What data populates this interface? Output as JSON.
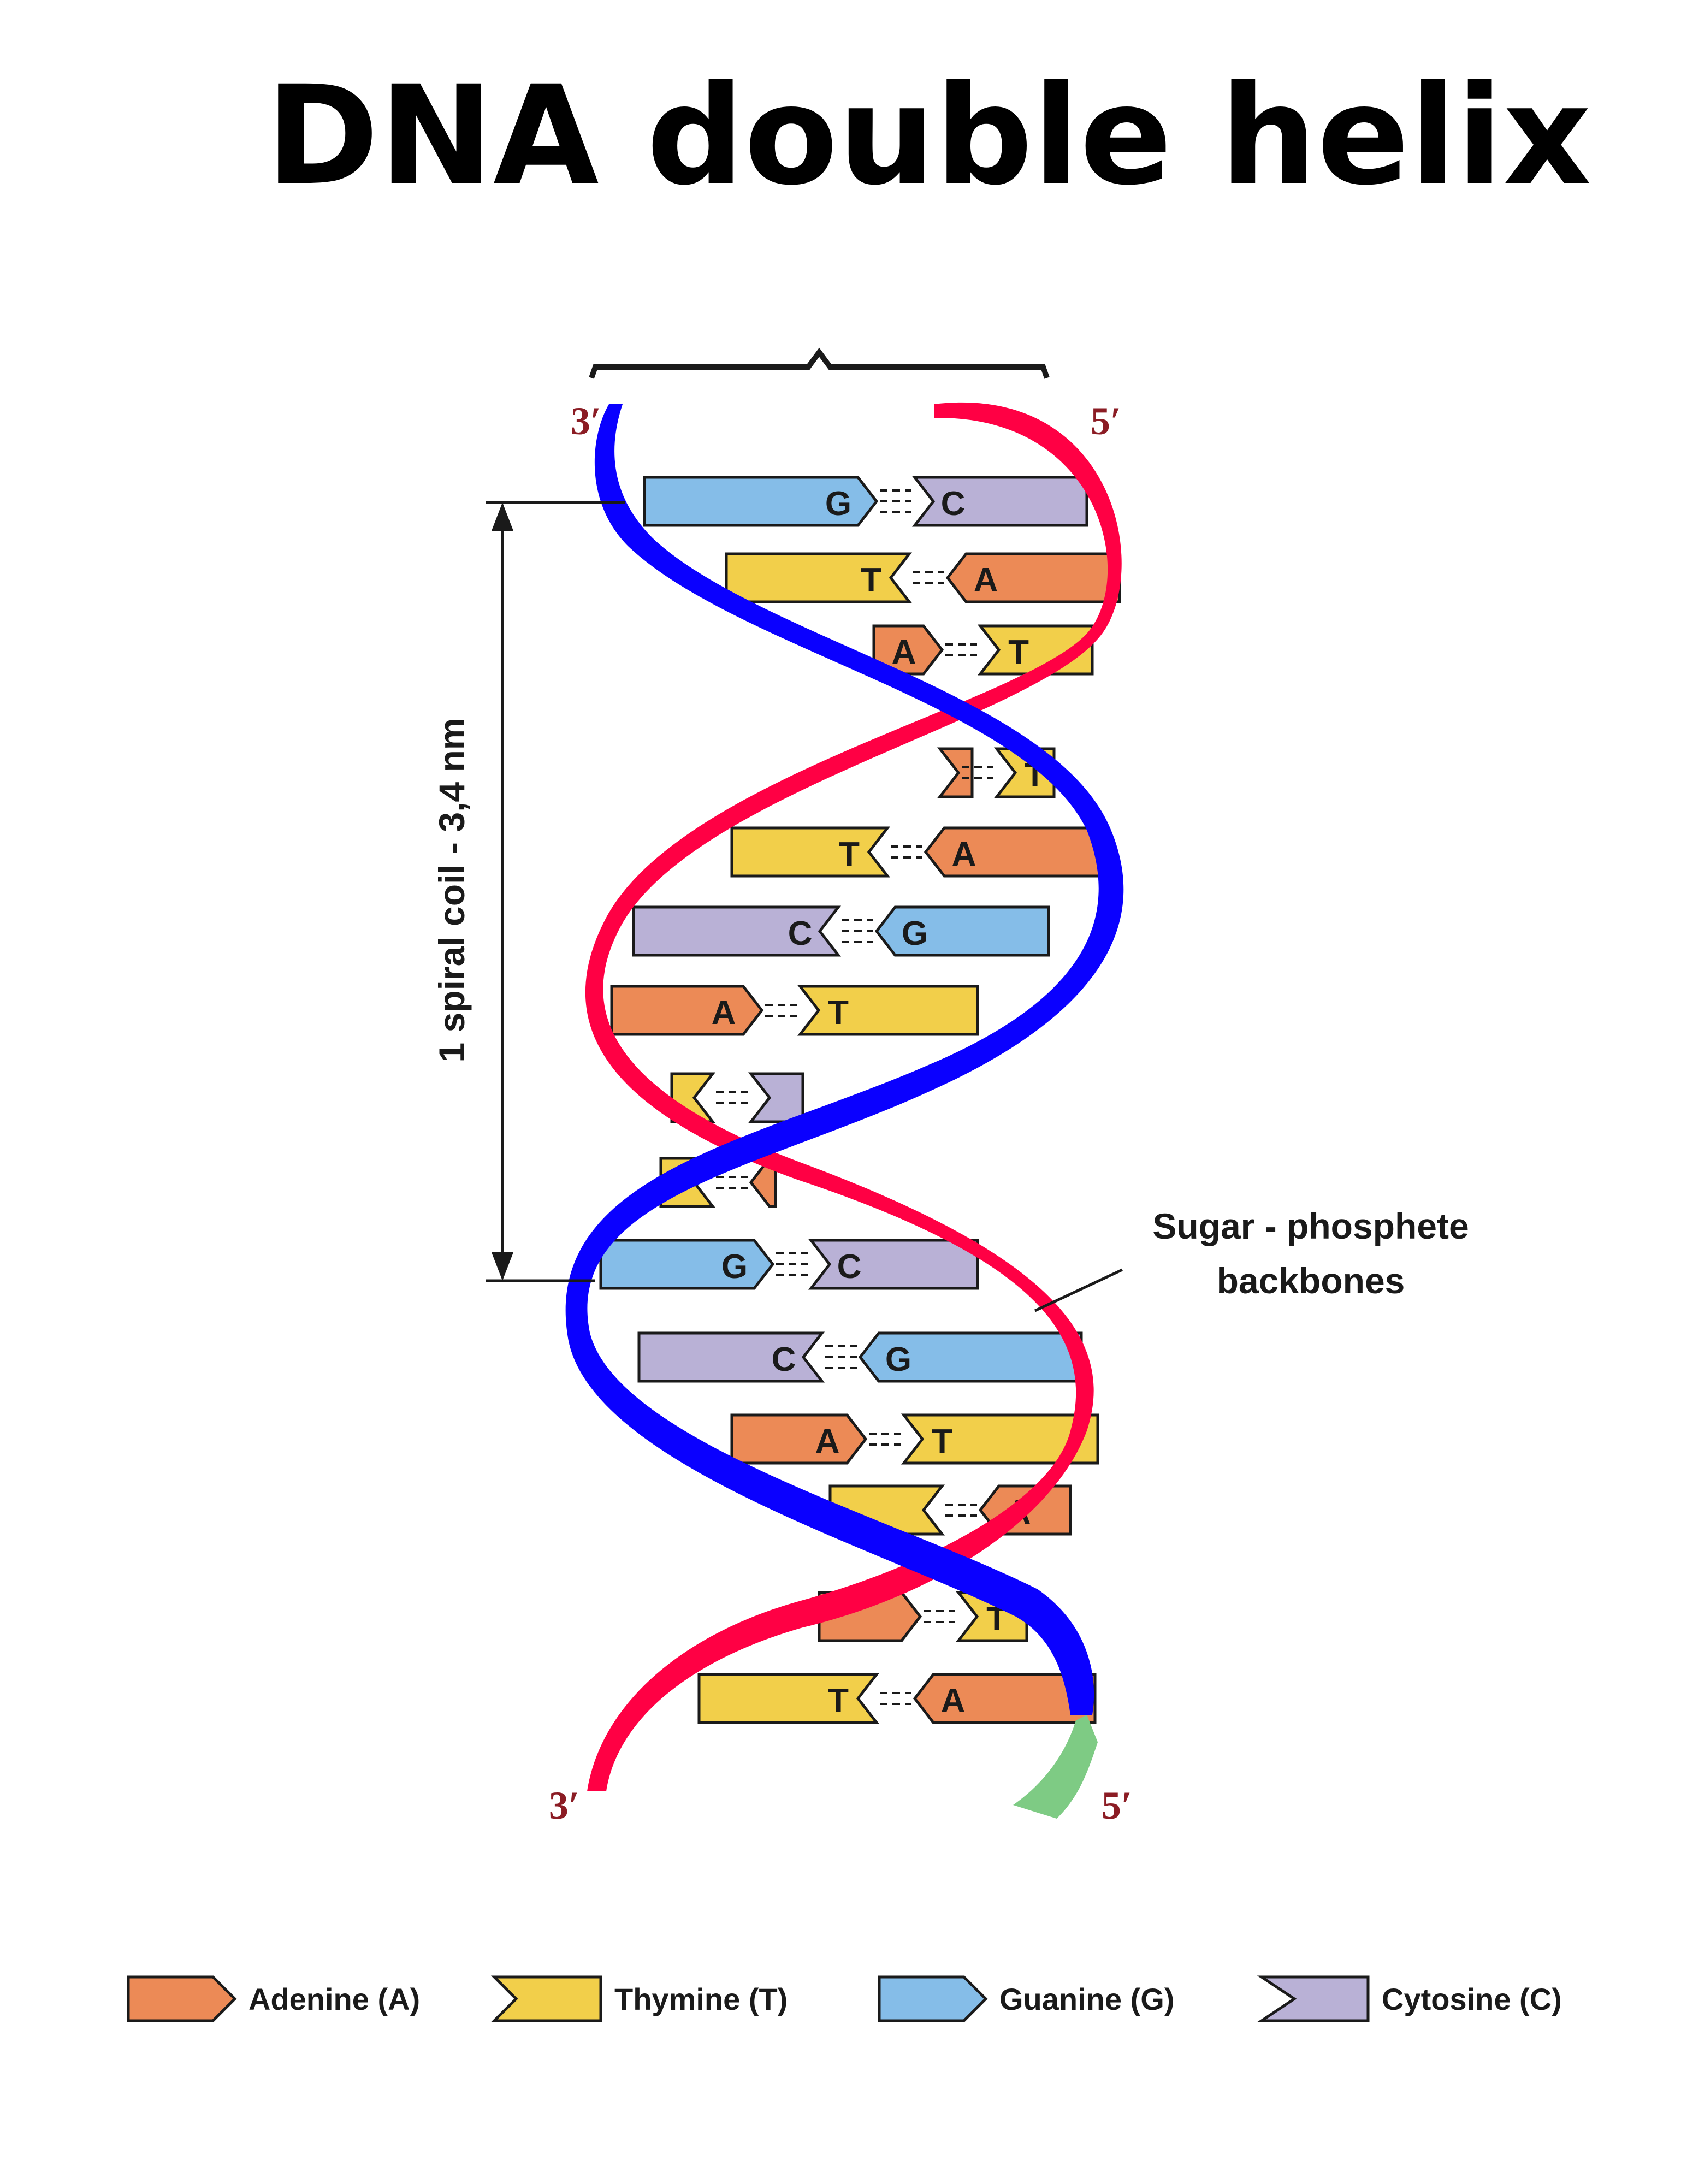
{
  "title": "DNA double helix",
  "colors": {
    "title": "#ff0000",
    "adenine": "#ec8a56",
    "thymine": "#f2cf4a",
    "guanine": "#85bde8",
    "cytosine": "#b9b1d6",
    "strand_red": "#ff0044",
    "strand_blue": "#0a00ff",
    "strand_tail_green": "#7ecb84",
    "end_labels": "#8b1c24"
  },
  "ends": {
    "top_left": "3′",
    "top_right": "5′",
    "bottom_left": "3′",
    "bottom_right": "5′"
  },
  "measurement_label": "1 spiral coil - 3,4 nm",
  "backbone_label_line1": "Sugar - phosphete",
  "backbone_label_line2": "backbones",
  "base_pairs": [
    {
      "left": "G",
      "right": "C"
    },
    {
      "left": "T",
      "right": "A"
    },
    {
      "left": "A",
      "right": "T"
    },
    {
      "left": "",
      "right": "T"
    },
    {
      "left": "T",
      "right": "A"
    },
    {
      "left": "C",
      "right": "G"
    },
    {
      "left": "A",
      "right": "T"
    },
    {
      "left": "",
      "right": ""
    },
    {
      "left": "",
      "right": ""
    },
    {
      "left": "G",
      "right": "C"
    },
    {
      "left": "C",
      "right": "G"
    },
    {
      "left": "A",
      "right": "T"
    },
    {
      "left": "",
      "right": "A"
    },
    {
      "left": "",
      "right": "T"
    },
    {
      "left": "T",
      "right": "A"
    }
  ],
  "legend": [
    {
      "key": "adenine",
      "label": "Adenine (A)",
      "icon": "adenine-icon"
    },
    {
      "key": "thymine",
      "label": "Thymine (T)",
      "icon": "thymine-icon"
    },
    {
      "key": "guanine",
      "label": "Guanine (G)",
      "icon": "guanine-icon"
    },
    {
      "key": "cytosine",
      "label": "Cytosine (C)",
      "icon": "cytosine-icon"
    }
  ]
}
